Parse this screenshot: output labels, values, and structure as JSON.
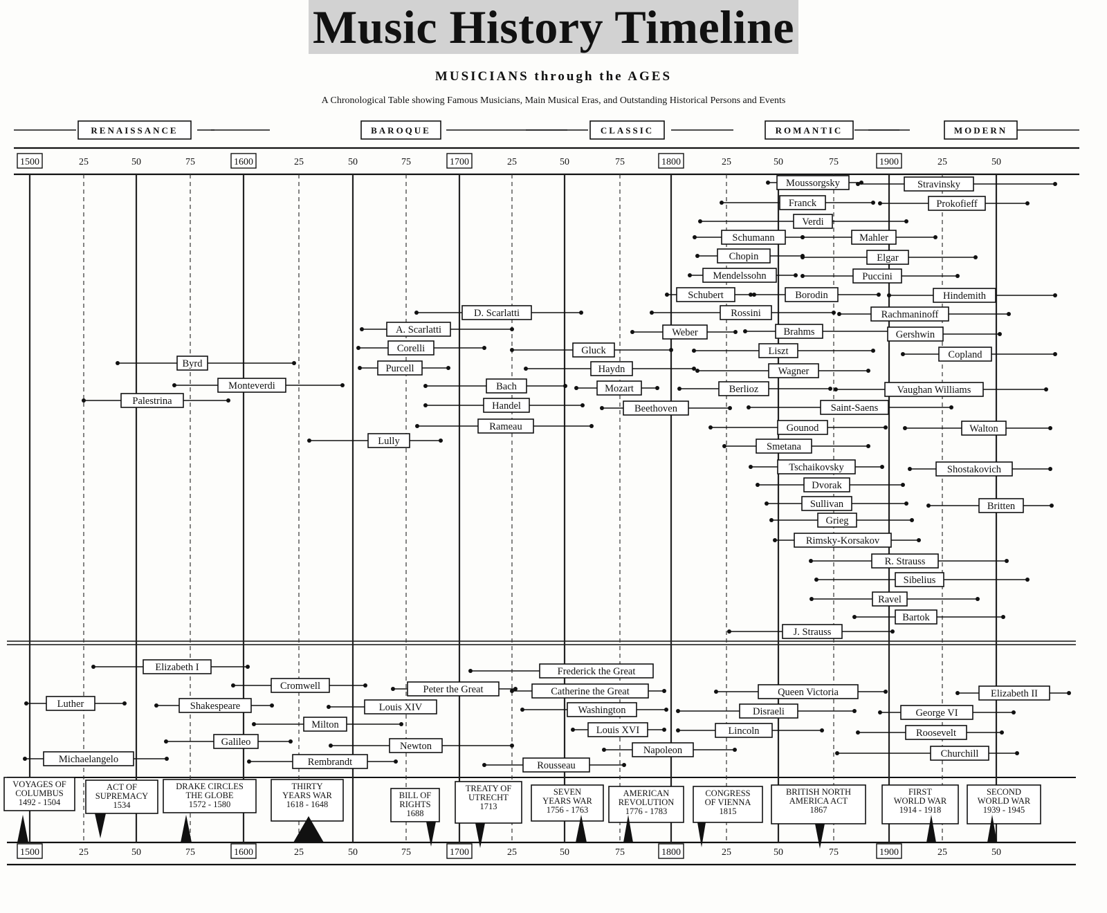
{
  "banner_title": "Music History Timeline",
  "subtitle": "MUSICIANS through the AGES",
  "caption": "A Chronological Table showing Famous Musicians, Main Musical Eras, and Outstanding Historical Persons and Events",
  "eras": [
    "RENAISSANCE",
    "BAROQUE",
    "CLASSIC",
    "ROMANTIC",
    "MODERN"
  ],
  "top_ticks": [
    "1500",
    "25",
    "50",
    "75",
    "1600",
    "25",
    "50",
    "75",
    "1700",
    "25",
    "50",
    "75",
    "1800",
    "25",
    "50",
    "75",
    "1900",
    "25",
    "50"
  ],
  "bottom_ticks": [
    "1500",
    "25",
    "50",
    "75",
    "1600",
    "25",
    "50",
    "75",
    "1700",
    "25",
    "50",
    "75",
    "1800",
    "25",
    "50",
    "75",
    "1900",
    "25",
    "50"
  ],
  "musicians": [
    {
      "name": "Moussorgsky"
    },
    {
      "name": "Stravinsky"
    },
    {
      "name": "Franck"
    },
    {
      "name": "Prokofieff"
    },
    {
      "name": "Verdi"
    },
    {
      "name": "Schumann"
    },
    {
      "name": "Mahler"
    },
    {
      "name": "Chopin"
    },
    {
      "name": "Elgar"
    },
    {
      "name": "Mendelssohn"
    },
    {
      "name": "Puccini"
    },
    {
      "name": "Schubert"
    },
    {
      "name": "Borodin"
    },
    {
      "name": "Hindemith"
    },
    {
      "name": "D. Scarlatti"
    },
    {
      "name": "Rossini"
    },
    {
      "name": "Rachmaninoff"
    },
    {
      "name": "A. Scarlatti"
    },
    {
      "name": "Weber"
    },
    {
      "name": "Brahms"
    },
    {
      "name": "Gershwin"
    },
    {
      "name": "Corelli"
    },
    {
      "name": "Gluck"
    },
    {
      "name": "Liszt"
    },
    {
      "name": "Copland"
    },
    {
      "name": "Byrd"
    },
    {
      "name": "Purcell"
    },
    {
      "name": "Haydn"
    },
    {
      "name": "Wagner"
    },
    {
      "name": "Monteverdi"
    },
    {
      "name": "Bach"
    },
    {
      "name": "Mozart"
    },
    {
      "name": "Berlioz"
    },
    {
      "name": "Vaughan Williams"
    },
    {
      "name": "Palestrina"
    },
    {
      "name": "Handel"
    },
    {
      "name": "Beethoven"
    },
    {
      "name": "Saint-Saens"
    },
    {
      "name": "Rameau"
    },
    {
      "name": "Gounod"
    },
    {
      "name": "Walton"
    },
    {
      "name": "Lully"
    },
    {
      "name": "Smetana"
    },
    {
      "name": "Tschaikovsky"
    },
    {
      "name": "Shostakovich"
    },
    {
      "name": "Dvorak"
    },
    {
      "name": "Sullivan"
    },
    {
      "name": "Britten"
    },
    {
      "name": "Grieg"
    },
    {
      "name": "Rimsky-Korsakov"
    },
    {
      "name": "R. Strauss"
    },
    {
      "name": "Sibelius"
    },
    {
      "name": "Ravel"
    },
    {
      "name": "Bartok"
    },
    {
      "name": "J. Strauss"
    }
  ],
  "historical_persons": [
    {
      "name": "Elizabeth I"
    },
    {
      "name": "Frederick the Great"
    },
    {
      "name": "Cromwell"
    },
    {
      "name": "Peter the Great"
    },
    {
      "name": "Catherine the Great"
    },
    {
      "name": "Queen Victoria"
    },
    {
      "name": "Elizabeth II"
    },
    {
      "name": "Luther"
    },
    {
      "name": "Shakespeare"
    },
    {
      "name": "Louis XIV"
    },
    {
      "name": "Washington"
    },
    {
      "name": "Disraeli"
    },
    {
      "name": "George VI"
    },
    {
      "name": "Milton"
    },
    {
      "name": "Louis XVI"
    },
    {
      "name": "Lincoln"
    },
    {
      "name": "Roosevelt"
    },
    {
      "name": "Galileo"
    },
    {
      "name": "Newton"
    },
    {
      "name": "Napoleon"
    },
    {
      "name": "Churchill"
    },
    {
      "name": "Michaelangelo"
    },
    {
      "name": "Rembrandt"
    },
    {
      "name": "Rousseau"
    }
  ],
  "events": [
    {
      "lines": [
        "VOYAGES OF",
        "COLUMBUS",
        "1492 - 1504"
      ]
    },
    {
      "lines": [
        "ACT OF",
        "SUPREMACY",
        "1534"
      ]
    },
    {
      "lines": [
        "DRAKE CIRCLES",
        "THE GLOBE",
        "1572 - 1580"
      ]
    },
    {
      "lines": [
        "THIRTY",
        "YEARS WAR",
        "1618 - 1648"
      ]
    },
    {
      "lines": [
        "BILL OF",
        "RIGHTS",
        "1688"
      ]
    },
    {
      "lines": [
        "TREATY OF",
        "UTRECHT",
        "1713"
      ]
    },
    {
      "lines": [
        "SEVEN",
        "YEARS WAR",
        "1756 - 1763"
      ]
    },
    {
      "lines": [
        "AMERICAN",
        "REVOLUTION",
        "1776 - 1783"
      ]
    },
    {
      "lines": [
        "CONGRESS",
        "OF VIENNA",
        "1815"
      ]
    },
    {
      "lines": [
        "BRITISH NORTH",
        "AMERICA ACT",
        "1867"
      ]
    },
    {
      "lines": [
        "FIRST",
        "WORLD WAR",
        "1914 - 1918"
      ]
    },
    {
      "lines": [
        "SECOND",
        "WORLD WAR",
        "1939 - 1945"
      ]
    }
  ]
}
